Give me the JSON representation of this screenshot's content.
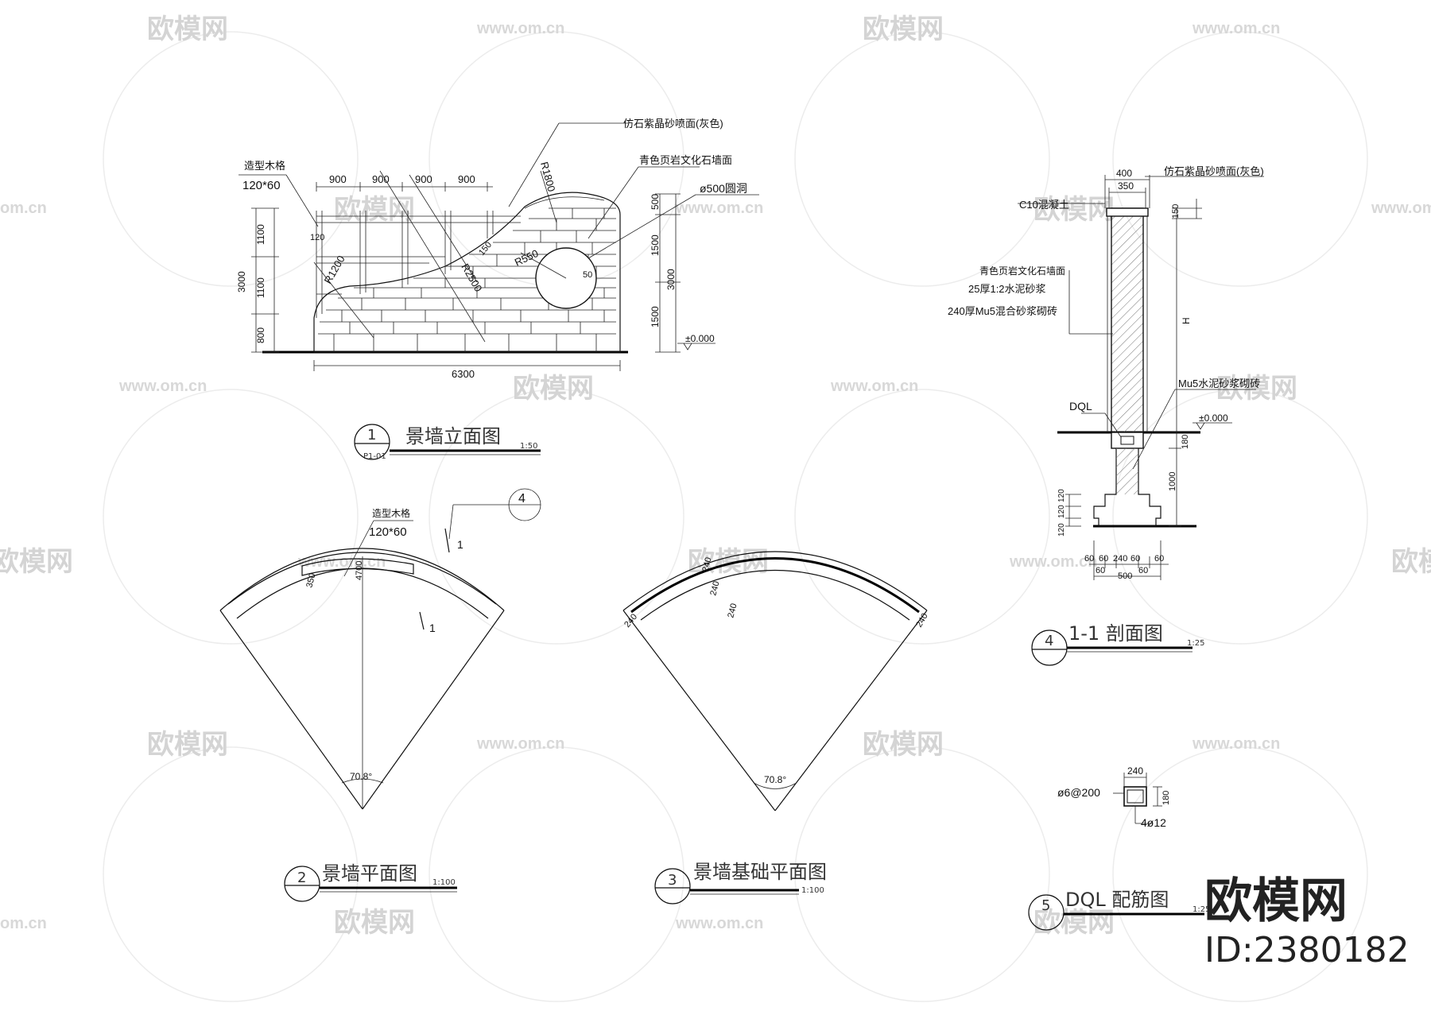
{
  "watermark": {
    "brand": "欧模网",
    "url": "www.om.cn",
    "url_short": "om.cn"
  },
  "brand_block": {
    "name": "欧模网",
    "id": "ID:2380182"
  },
  "elevation": {
    "title": "景墙立面图",
    "index": "1",
    "sheet": "P1-01",
    "scale": "1:50",
    "labels": {
      "wood_grille": "造型木格",
      "wood_grille_size": "120*60",
      "stone_finish": "仿石紫晶砂喷面(灰色)",
      "shale_wall": "青色页岩文化石墙面",
      "round_hole": "ø500圆洞"
    },
    "dims": {
      "top": [
        "900",
        "900",
        "900",
        "900"
      ],
      "left": [
        "1100",
        "1100",
        "800"
      ],
      "left_total": "3000",
      "right": [
        "500",
        "1500",
        "1500"
      ],
      "right_total": "3000",
      "bottom": "6300",
      "small_120": "120",
      "small_150": "150",
      "small_50": "50",
      "level": "±0.000"
    },
    "radii": [
      "R1800",
      "R2500",
      "R1200",
      "R550"
    ]
  },
  "plan": {
    "title": "景墙平面图",
    "index": "2",
    "scale": "1:100",
    "labels": {
      "wood_grille": "造型木格",
      "wood_grille_size": "120*60",
      "cut_mark": "1",
      "callout": "4"
    },
    "dims": {
      "w350": "350",
      "w4700": "4700"
    },
    "angle": "70.8°"
  },
  "foundation": {
    "title": "景墙基础平面图",
    "index": "3",
    "scale": "1:100",
    "dims": {
      "a": "240",
      "b": "240",
      "c": "240",
      "d": "240",
      "e": "240"
    },
    "angle": "70.8°"
  },
  "section": {
    "title": "1-1 剖面图",
    "index": "4",
    "scale": "1:25",
    "labels": {
      "stone_finish": "仿石紫晶砂喷面(灰色)",
      "c10": "C10混凝土",
      "shale_wall": "青色页岩文化石墙面",
      "mortar": "25厚1:2水泥砂浆",
      "brick": "240厚Mu5混合砂浆砌砖",
      "mu5": "Mu5水泥砂浆砌砖",
      "dql": "DQL",
      "h": "H",
      "level": "±0.000"
    },
    "dims": {
      "top400": "400",
      "top350": "350",
      "d150": "150",
      "d180": "180",
      "d1000": "1000",
      "d120a": "120",
      "d120b": "120",
      "d120c": "120",
      "b60a": "60",
      "b60b": "60",
      "b240": "240",
      "b60c": "60",
      "b60d": "60",
      "b60e": "60",
      "b500": "500",
      "b60f": "60"
    }
  },
  "rebar": {
    "title": "DQL 配筋图",
    "index": "5",
    "scale": "1:25",
    "labels": {
      "stirrup": "ø6@200",
      "main": "4ø12",
      "w240": "240",
      "h180": "180"
    }
  }
}
